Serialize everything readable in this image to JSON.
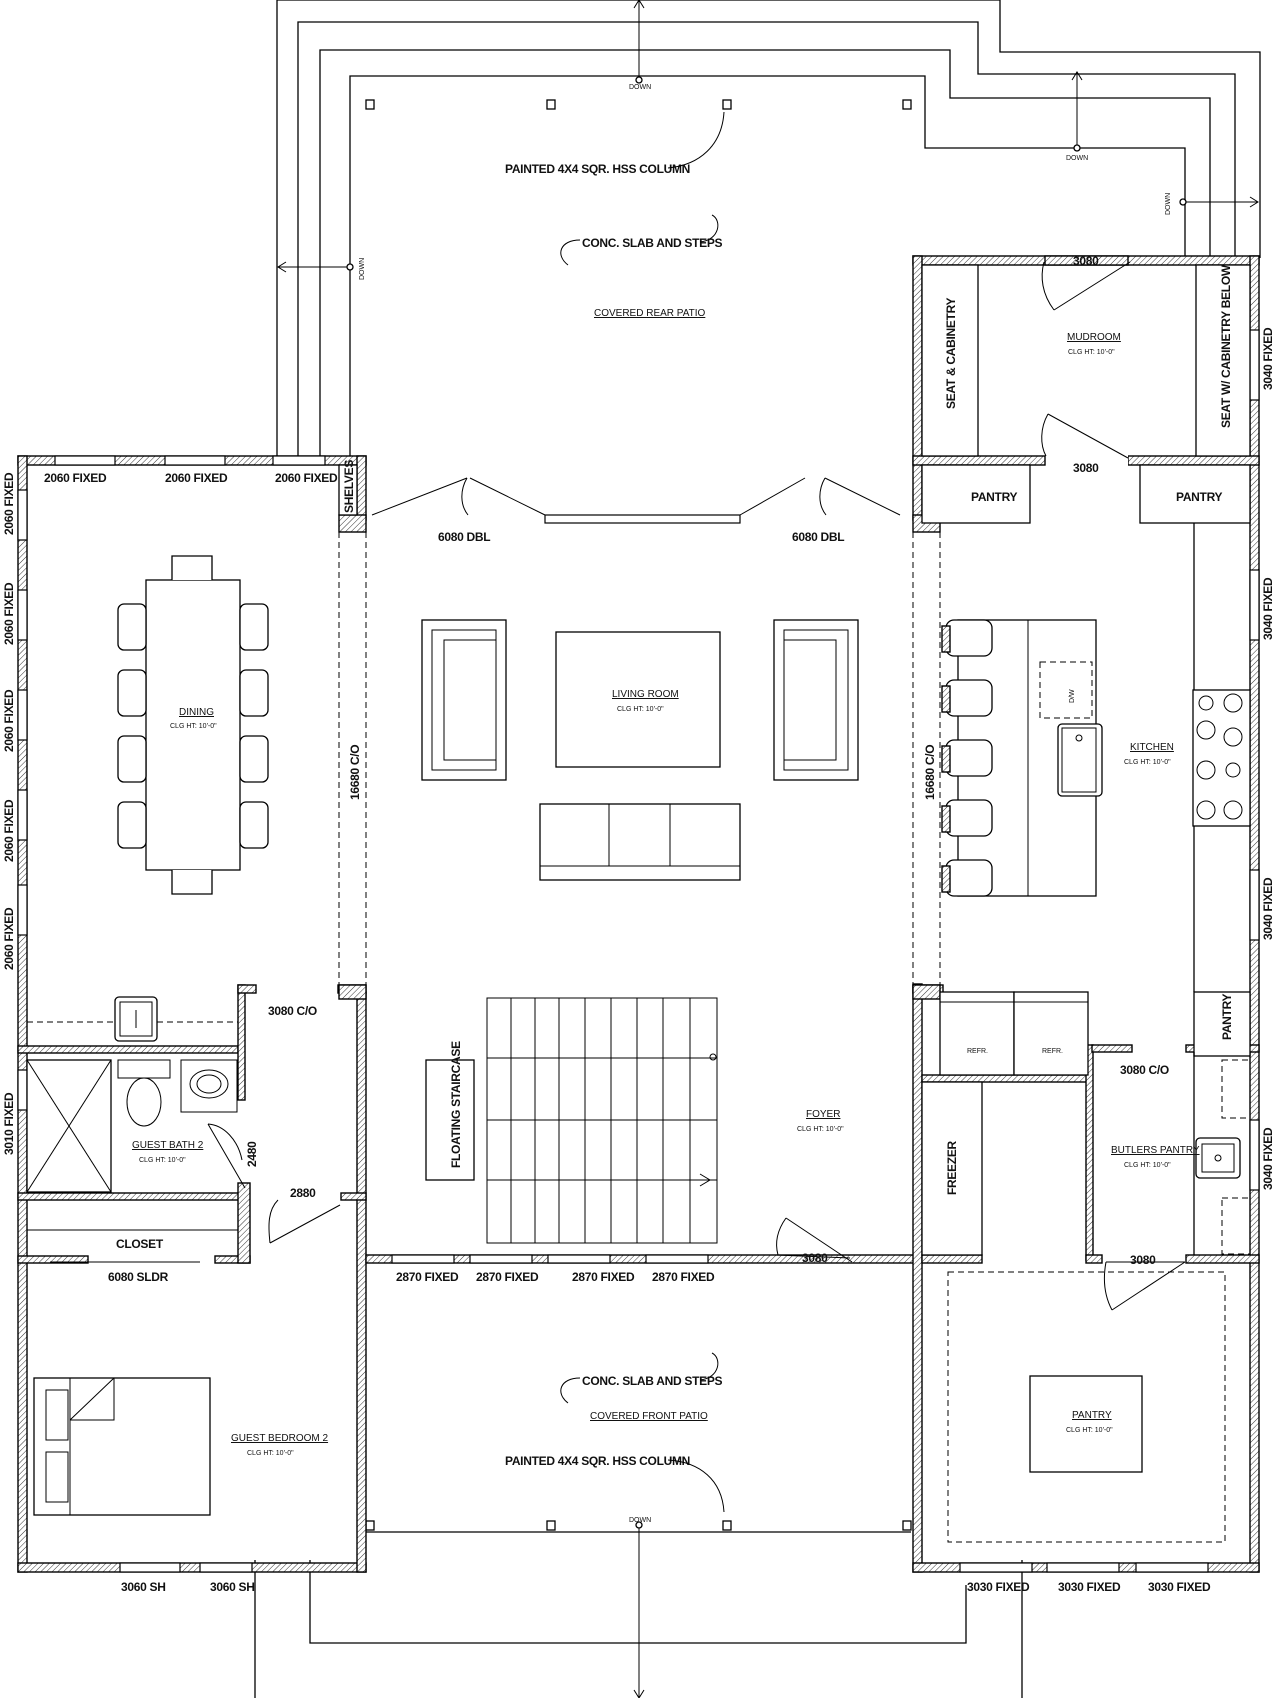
{
  "rooms": {
    "patio_rear": "COVERED REAR PATIO",
    "mudroom": "MUDROOM",
    "mudroom_clg": "CLG HT: 10'-0\"",
    "dining": "DINING",
    "dining_clg": "CLG HT: 10'-0\"",
    "living": "LIVING ROOM",
    "living_clg": "CLG HT: 10'-0\"",
    "kitchen": "KITCHEN",
    "kitchen_clg": "CLG HT: 10'-0\"",
    "foyer": "FOYER",
    "foyer_clg": "CLG HT: 10'-0\"",
    "guest_bath": "GUEST BATH 2",
    "guest_bath_clg": "CLG HT: 10'-0\"",
    "butlers": "BUTLERS PANTRY",
    "butlers_clg": "CLG HT: 10'-0\"",
    "patio_front": "COVERED FRONT PATIO",
    "guest_bed": "GUEST BEDROOM 2",
    "guest_bed_clg": "CLG HT: 10'-0\"",
    "pantry_big": "PANTRY",
    "pantry_big_clg": "CLG HT: 10'-0\""
  },
  "labels": {
    "down": "DOWN",
    "column": "PAINTED 4X4 SQR. HSS COLUMN",
    "slab": "CONC. SLAB AND STEPS",
    "seat_cab": "SEAT & CABINETRY",
    "seat_below": "SEAT W/ CABINETRY BELOW",
    "pantry": "PANTRY",
    "shelves": "SHELVES",
    "dw": "D/W",
    "refr": "REFR.",
    "freezer": "FREEZER",
    "stair": "FLOATING STAIRCASE",
    "closet": "CLOSET"
  },
  "dims": {
    "d3080": "3080",
    "d3080co": "3080 C/O",
    "d6080dbl": "6080 DBL",
    "d16680": "16680 C/O",
    "d2060": "2060 FIXED",
    "d3040": "3040 FIXED",
    "d3010": "3010 FIXED",
    "d2480": "2480",
    "d2880": "2880",
    "d6080sldr": "6080 SLDR",
    "d2870": "2870 FIXED",
    "d3060sh": "3060 SH",
    "d3030": "3030 FIXED"
  }
}
